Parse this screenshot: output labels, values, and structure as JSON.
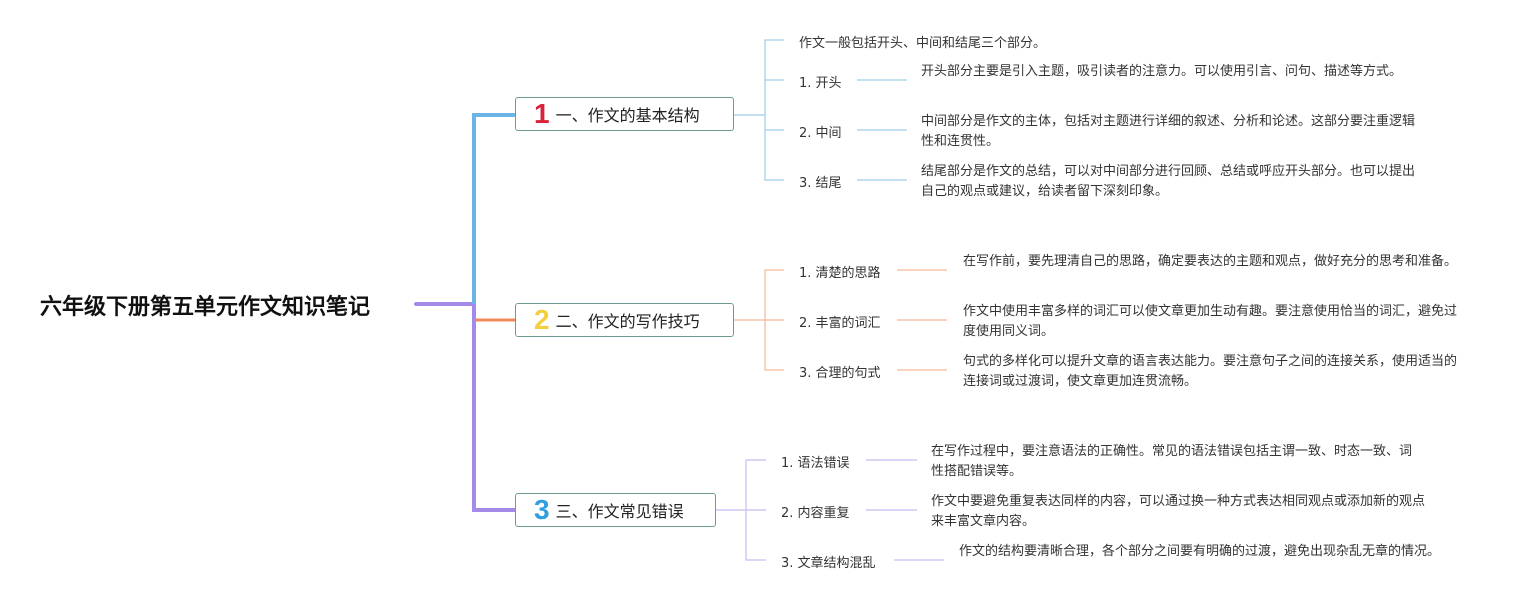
{
  "root": {
    "title": "六年级下册第五单元作文知识笔记"
  },
  "colors": {
    "root_line": "#a58ae8",
    "s1": "#6bb5e6",
    "s2": "#ee8a58",
    "s3": "#a58ae8"
  },
  "sections": [
    {
      "number": "1",
      "title": "一、作文的基本结构",
      "number_color": "#d8213a",
      "intro": "作文一般包括开头、中间和结尾三个部分。",
      "items": [
        {
          "label": "1. 开头",
          "text": "开头部分主要是引入主题，吸引读者的注意力。可以使用引言、问句、描述等方式。"
        },
        {
          "label": "2. 中间",
          "text": "中间部分是作文的主体，包括对主题进行详细的叙述、分析和论述。这部分要注重逻辑性和连贯性。"
        },
        {
          "label": "3. 结尾",
          "text": "结尾部分是作文的总结，可以对中间部分进行回顾、总结或呼应开头部分。也可以提出自己的观点或建议，给读者留下深刻印象。"
        }
      ]
    },
    {
      "number": "2",
      "title": "二、作文的写作技巧",
      "number_color": "#f3cf3f",
      "items": [
        {
          "label": "1. 清楚的思路",
          "text": "在写作前，要先理清自己的思路，确定要表达的主题和观点，做好充分的思考和准备。"
        },
        {
          "label": "2. 丰富的词汇",
          "text": "作文中使用丰富多样的词汇可以使文章更加生动有趣。要注意使用恰当的词汇，避免过度使用同义词。"
        },
        {
          "label": "3. 合理的句式",
          "text": "句式的多样化可以提升文章的语言表达能力。要注意句子之间的连接关系，使用适当的连接词或过渡词，使文章更加连贯流畅。"
        }
      ]
    },
    {
      "number": "3",
      "title": "三、作文常见错误",
      "number_color": "#2f9fe0",
      "items": [
        {
          "label": "1. 语法错误",
          "text": "在写作过程中，要注意语法的正确性。常见的语法错误包括主谓一致、时态一致、词性搭配错误等。"
        },
        {
          "label": "2. 内容重复",
          "text": "作文中要避免重复表达同样的内容，可以通过换一种方式表达相同观点或添加新的观点来丰富文章内容。"
        },
        {
          "label": "3. 文章结构混乱",
          "text": "作文的结构要清晰合理，各个部分之间要有明确的过渡，避免出现杂乱无章的情况。"
        }
      ]
    }
  ]
}
